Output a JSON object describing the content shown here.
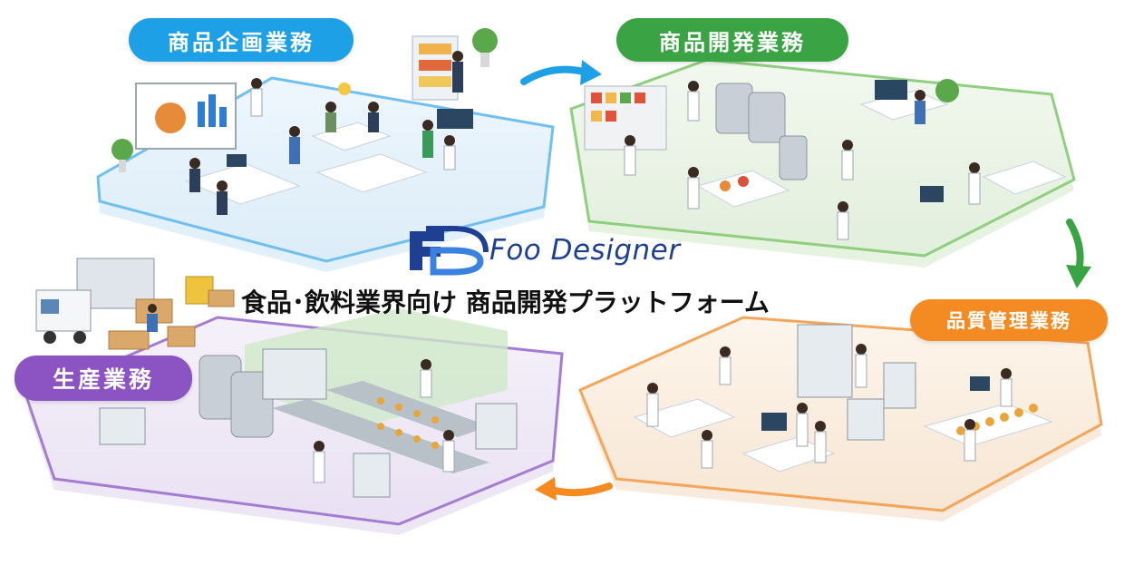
{
  "sections": {
    "planning": {
      "label": "商品企画業務",
      "color": "#1ea0e6"
    },
    "development": {
      "label": "商品開発業務",
      "color": "#3aa444"
    },
    "quality": {
      "label": "品質管理業務",
      "color": "#f38a22"
    },
    "production": {
      "label": "生産業務",
      "color": "#8c54c2"
    }
  },
  "brand": {
    "name": "Foo Designer",
    "tagline": "食品･飲料業界向け 商品開発プラットフォーム",
    "color": "#1f3f93"
  },
  "icons": [
    "fd-logo-icon",
    "arrow-right-icon",
    "arrow-down-icon",
    "arrow-left-icon"
  ]
}
